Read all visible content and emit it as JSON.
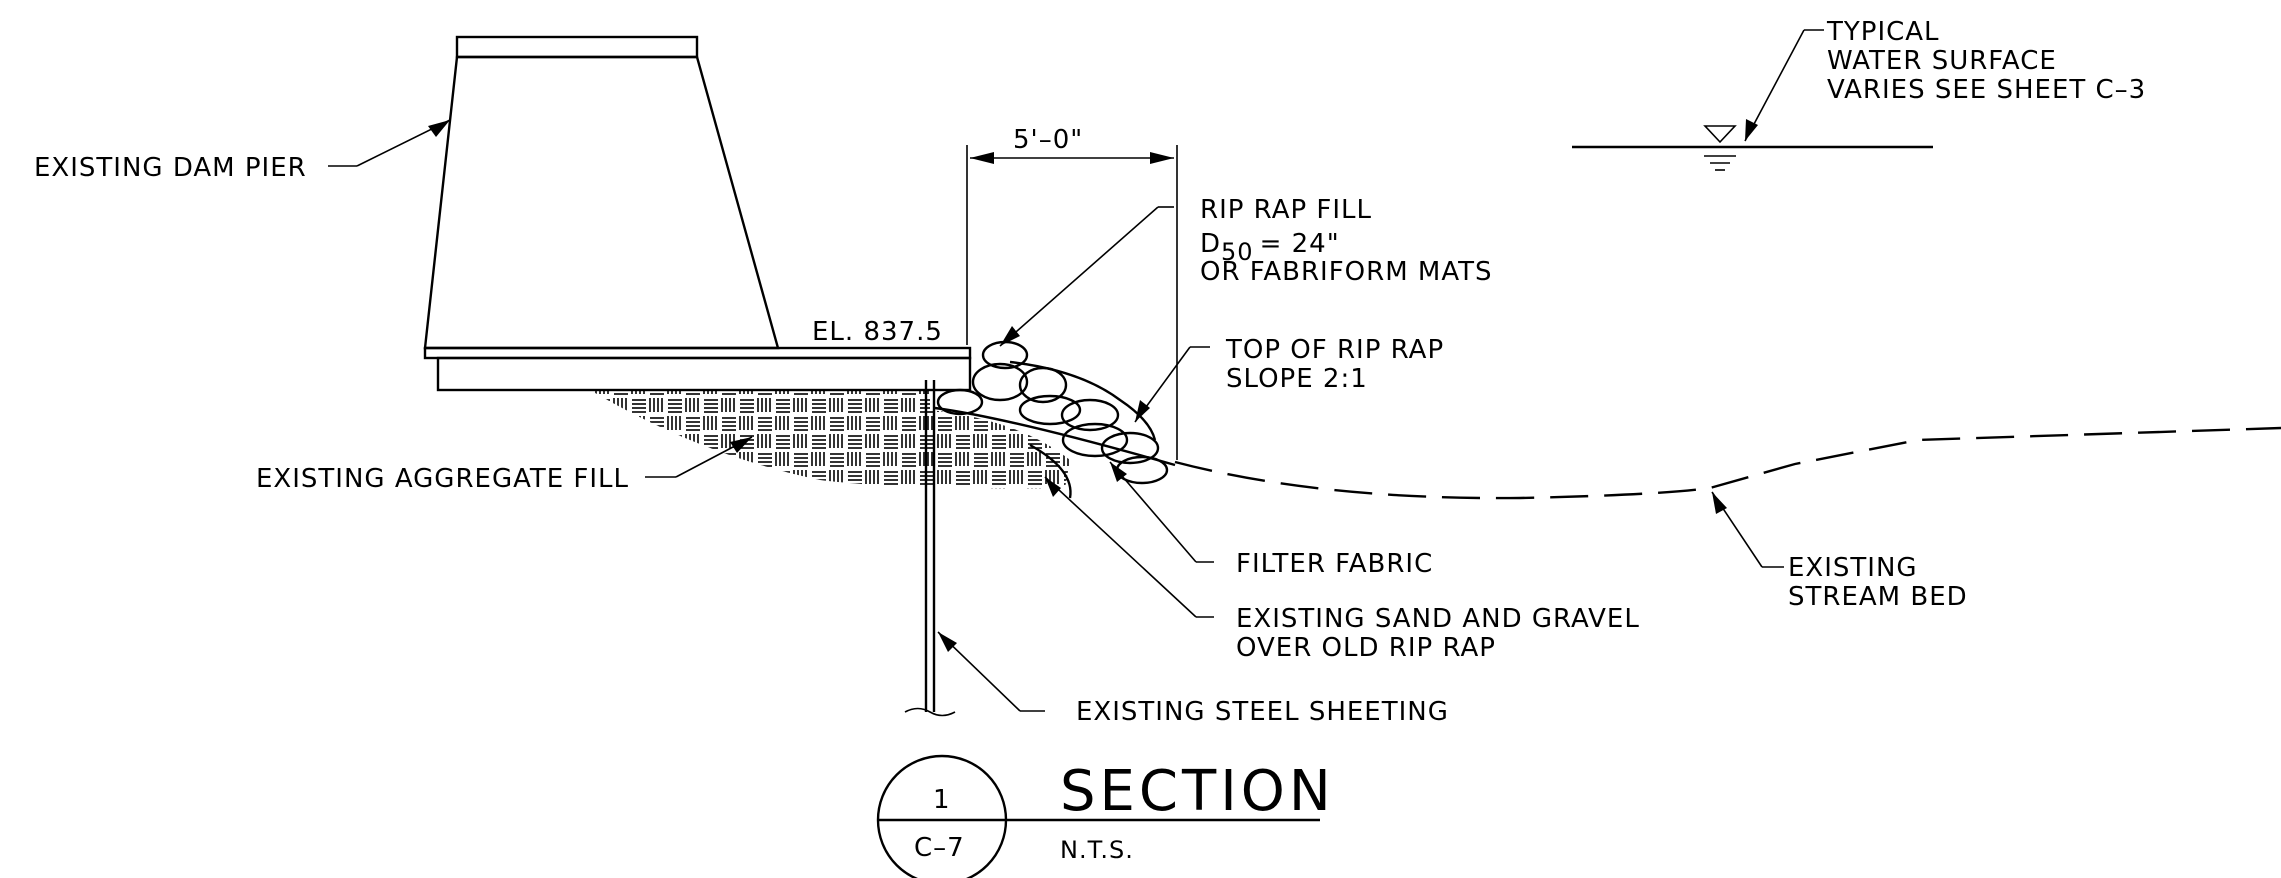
{
  "labels": {
    "dam_pier": "EXISTING DAM PIER",
    "aggregate_fill": "EXISTING AGGREGATE FILL",
    "elevation": "EL. 837.5",
    "dimension": "5'–0\"",
    "rip_rap_line1": "RIP RAP FILL",
    "rip_rap_d": "D",
    "rip_rap_sub": "50",
    "rip_rap_eq": "= 24\"",
    "rip_rap_line3": "OR FABRIFORM MATS",
    "top_rip_rap_line1": "TOP OF RIP RAP",
    "top_rip_rap_line2": "SLOPE 2:1",
    "filter_fabric": "FILTER FABRIC",
    "sand_gravel_line1": "EXISTING SAND AND GRAVEL",
    "sand_gravel_line2": "OVER OLD RIP RAP",
    "steel_sheeting": "EXISTING STEEL SHEETING",
    "stream_bed_line1": "EXISTING",
    "stream_bed_line2": "STREAM BED",
    "water_line1": "TYPICAL",
    "water_line2": "WATER SURFACE",
    "water_line3": "VARIES SEE SHEET C–3"
  },
  "title_block": {
    "section_number": "1",
    "sheet": "C–7",
    "title": "SECTION",
    "scale": "N.T.S."
  }
}
